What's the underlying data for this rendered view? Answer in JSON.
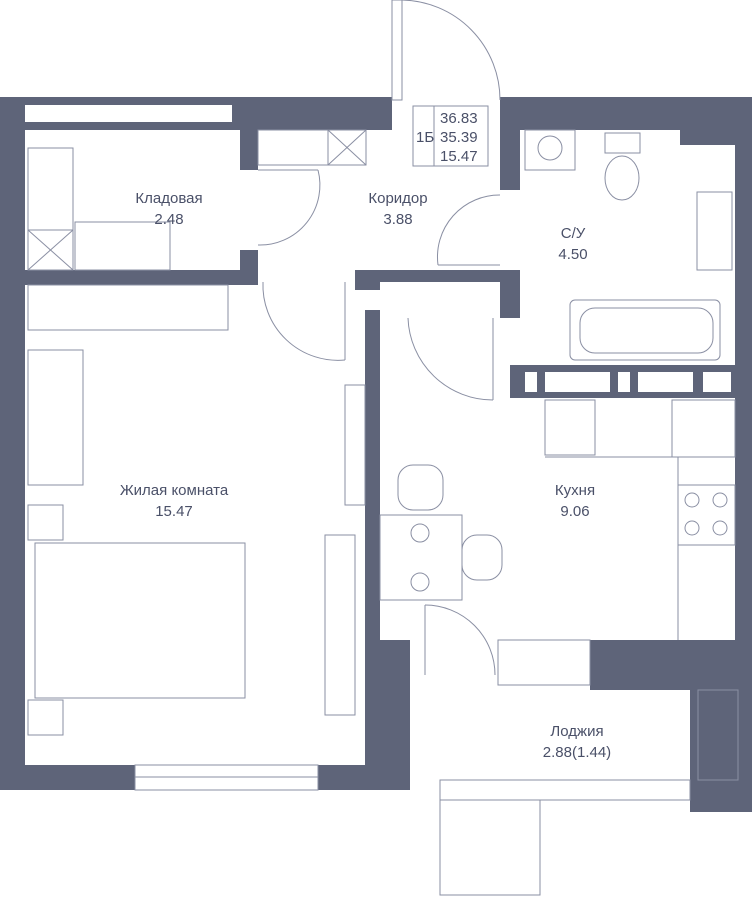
{
  "colors": {
    "wall": "#5e6479",
    "text": "#4a5068",
    "line": "#8a8fa3"
  },
  "info": {
    "code": "1Б",
    "total_area": "36.83",
    "living_total": "35.39",
    "living_area": "15.47"
  },
  "rooms": [
    {
      "name": "Кладовая",
      "area": "2.48"
    },
    {
      "name": "Коридор",
      "area": "3.88"
    },
    {
      "name": "С/У",
      "area": "4.50"
    },
    {
      "name": "Жилая комната",
      "area": "15.47"
    },
    {
      "name": "Кухня",
      "area": "9.06"
    },
    {
      "name": "Лоджия",
      "area": "2.88(1.44)"
    }
  ]
}
